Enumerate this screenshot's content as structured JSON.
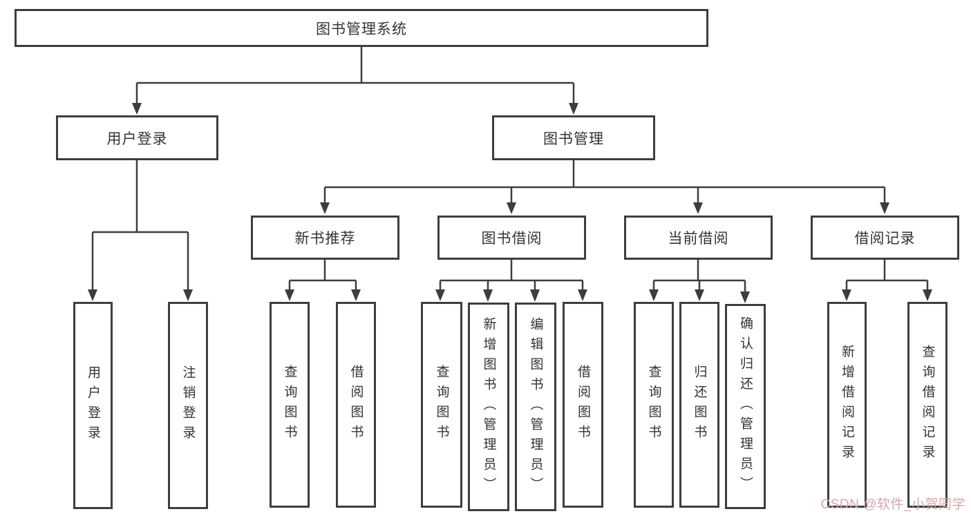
{
  "tree": {
    "root": {
      "label": "图书管理系统"
    },
    "branches": [
      {
        "label": "用户登录",
        "children": [
          {
            "label": "用户登录"
          },
          {
            "label": "注销登录"
          }
        ]
      },
      {
        "label": "图书管理",
        "children": [
          {
            "label": "新书推荐",
            "children": [
              {
                "label": "查询图书"
              },
              {
                "label": "借阅图书"
              }
            ]
          },
          {
            "label": "图书借阅",
            "children": [
              {
                "label": "查询图书"
              },
              {
                "label": "新增图书（管理员）"
              },
              {
                "label": "编辑图书（管理员）"
              },
              {
                "label": "借阅图书"
              }
            ]
          },
          {
            "label": "当前借阅",
            "children": [
              {
                "label": "查询图书"
              },
              {
                "label": "归还图书"
              },
              {
                "label": "确认归还（管理员）"
              }
            ]
          },
          {
            "label": "借阅记录",
            "children": [
              {
                "label": "新增借阅记录"
              },
              {
                "label": "查询借阅记录"
              }
            ]
          }
        ]
      }
    ]
  },
  "watermark": {
    "text": "CSDN @软件_小贺同学"
  },
  "colors": {
    "line": "#3d3d3d",
    "text": "#333333",
    "background": "#ffffff",
    "watermark": "#d4a7ab"
  }
}
